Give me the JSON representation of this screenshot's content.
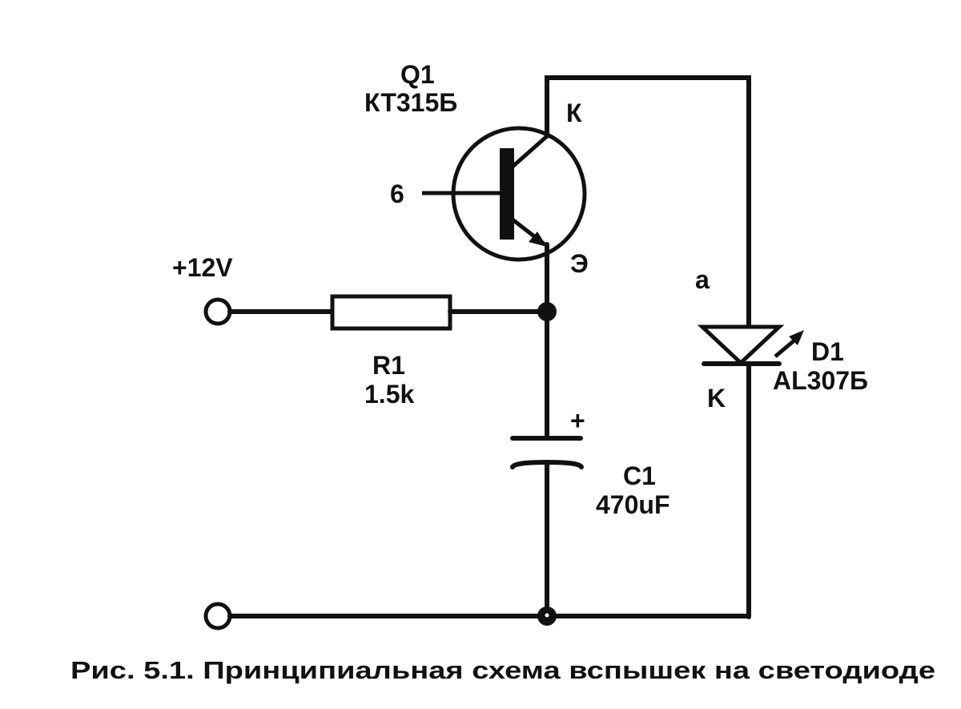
{
  "diagram": {
    "transistor": {
      "ref": "Q1",
      "part": "КТ315Б",
      "pin_collector": "К",
      "pin_base": "6",
      "pin_emitter": "Э"
    },
    "power": {
      "label": "+12V"
    },
    "resistor": {
      "ref": "R1",
      "value": "1.5k"
    },
    "capacitor": {
      "ref": "C1",
      "value": "470uF",
      "polarity": "+"
    },
    "led": {
      "ref": "D1",
      "part": "AL307Б",
      "pin_anode": "a",
      "pin_cathode": "K"
    },
    "caption": "Рис. 5.1. Принципиальная схема вспышек на светодиоде"
  }
}
